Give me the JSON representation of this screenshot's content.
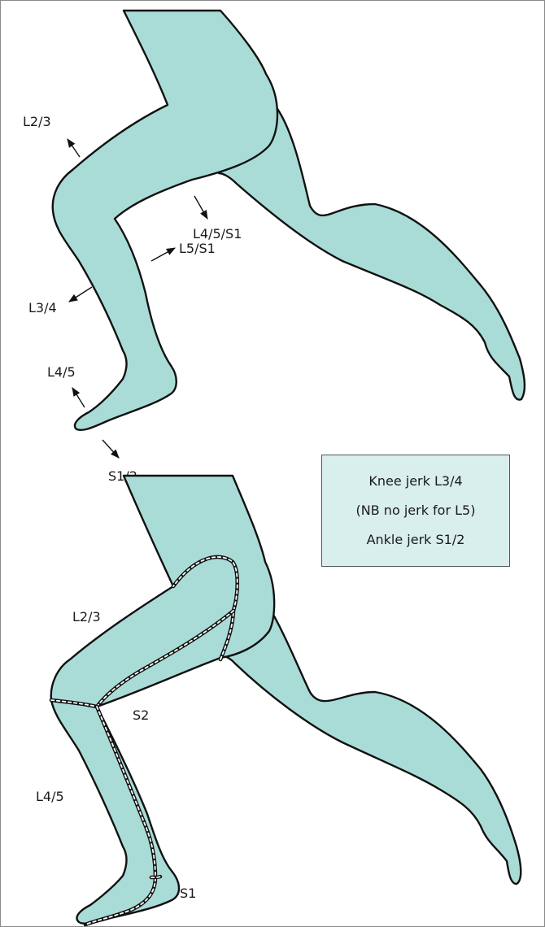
{
  "figure": {
    "colors": {
      "skin": "#a9dcd7",
      "outline": "#111111",
      "legend_fill": "#d9efed"
    },
    "reflex_legend": [
      "Knee jerk L3/4",
      "(NB no jerk for L5)",
      "Ankle jerk S1/2"
    ],
    "top_diagram": {
      "labels": {
        "l23": "L2/3",
        "l45s1": "L4/5/S1",
        "l5s1": "L5/S1",
        "l34": "L3/4",
        "l45": "L4/5",
        "s12": "S1/2"
      }
    },
    "bottom_diagram": {
      "labels": {
        "l23": "L2/3",
        "s2": "S2",
        "l45": "L4/5",
        "s1": "S1"
      }
    }
  }
}
